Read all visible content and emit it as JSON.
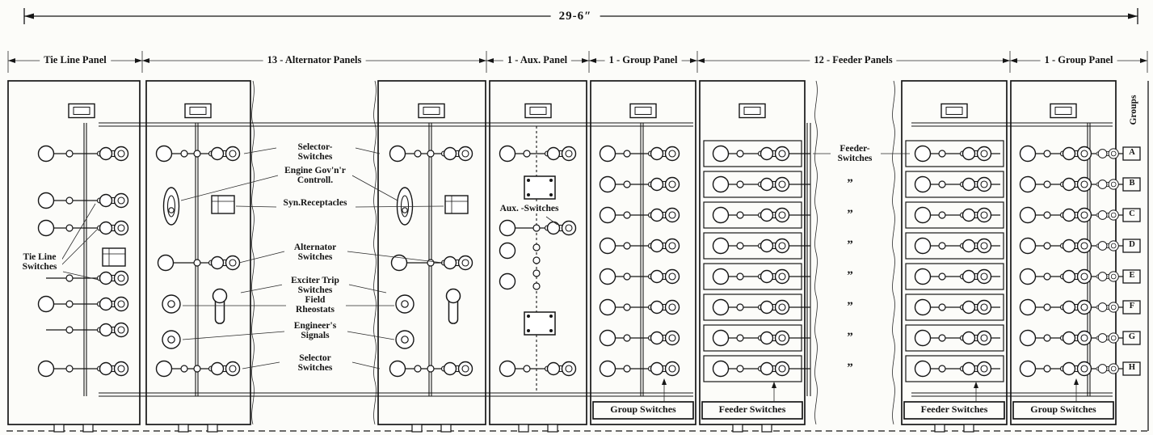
{
  "dimension": {
    "overall": "29-6″"
  },
  "sections": [
    {
      "label": "Tie Line Panel"
    },
    {
      "label": "13 - Alternator Panels"
    },
    {
      "label": "1 - Aux. Panel"
    },
    {
      "label": "1 - Group Panel"
    },
    {
      "label": "12 - Feeder Panels"
    },
    {
      "label": "1 - Group Panel"
    }
  ],
  "callouts": {
    "tie_line": "Tie Line Switches",
    "middle": [
      {
        "text": "Selector- Switches"
      },
      {
        "text": "Engine Gov'n'r Controll."
      },
      {
        "text": "Syn.Receptacles"
      },
      {
        "text": "Alternator Switches"
      },
      {
        "text": "Exciter Trip Switches"
      },
      {
        "text": "Field Rheostats"
      },
      {
        "text": "Engineer's Signals"
      },
      {
        "text": "Selector Switches"
      }
    ],
    "aux": "Aux. -Switches",
    "feeder": "Feeder- Switches",
    "ditto": "”"
  },
  "bottom_labels": [
    {
      "text": "Group Switches"
    },
    {
      "text": "Feeder Switches"
    },
    {
      "text": "Feeder Switches"
    },
    {
      "text": "Group Switches"
    }
  ],
  "groups": {
    "title": "Groups",
    "letters": [
      "A",
      "B",
      "C",
      "D",
      "E",
      "F",
      "G",
      "H"
    ]
  }
}
